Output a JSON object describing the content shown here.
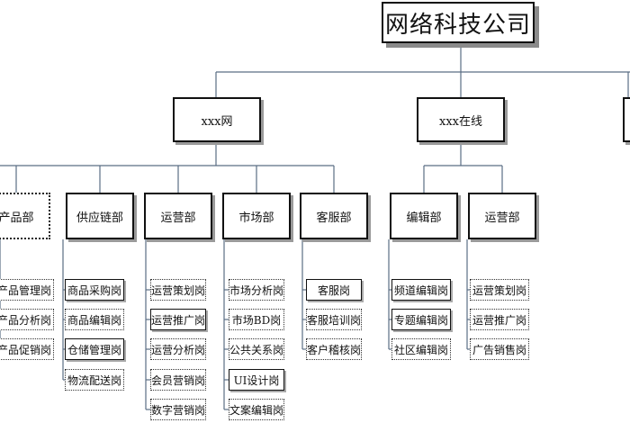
{
  "company": "网络科技公司",
  "divisions": [
    {
      "id": "d1",
      "label": "xxx网"
    },
    {
      "id": "d2",
      "label": "xxx在线"
    }
  ],
  "departments": [
    {
      "id": "dep1",
      "division": "d1",
      "label": "产品部",
      "roles": [
        "产品管理岗",
        "产品分析岗",
        "产品促销岗"
      ]
    },
    {
      "id": "dep2",
      "division": "d1",
      "label": "供应链部",
      "roles": [
        "商品采购岗",
        "商品编辑岗",
        "仓储管理岗",
        "物流配送岗"
      ]
    },
    {
      "id": "dep3",
      "division": "d1",
      "label": "运营部",
      "roles": [
        "运营策划岗",
        "运营推广岗",
        "运营分析岗",
        "会员营销岗",
        "数字营销岗"
      ]
    },
    {
      "id": "dep4",
      "division": "d1",
      "label": "市场部",
      "roles": [
        "市场分析岗",
        "市场BD岗",
        "公共关系岗",
        "UI设计岗",
        "文案编辑岗"
      ]
    },
    {
      "id": "dep5",
      "division": "d1",
      "label": "客服部",
      "roles": [
        "客服岗",
        "客服培训岗",
        "客户稽核岗"
      ]
    },
    {
      "id": "dep6",
      "division": "d2",
      "label": "编辑部",
      "roles": [
        "频道编辑岗",
        "专题编辑岗",
        "社区编辑岗"
      ]
    },
    {
      "id": "dep7",
      "division": "d2",
      "label": "运营部",
      "roles": [
        "运营策划岗",
        "运营推广岗",
        "广告销售岗"
      ]
    }
  ],
  "colors": {
    "line": "#5a6d84",
    "box_border": "#111111",
    "shadow": "#9a9a9a"
  }
}
